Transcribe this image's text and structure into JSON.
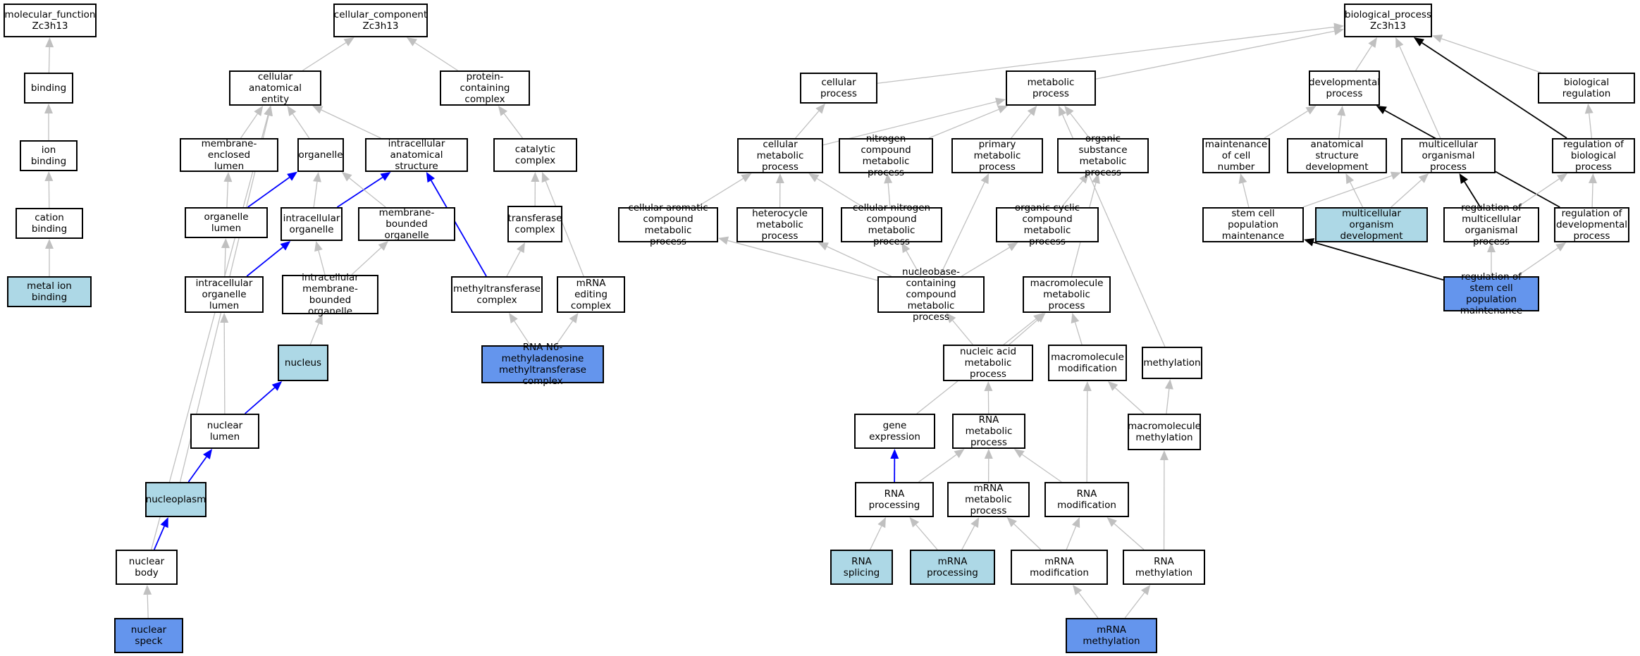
{
  "ontology": {
    "molecular_function": [
      {
        "id": "mf_root",
        "label": "molecular_function\nZc3h13",
        "style": "plain"
      },
      {
        "id": "binding",
        "label": "binding",
        "style": "plain"
      },
      {
        "id": "ion_binding",
        "label": "ion binding",
        "style": "plain"
      },
      {
        "id": "cation_binding",
        "label": "cation binding",
        "style": "plain"
      },
      {
        "id": "metal_ion_binding",
        "label": "metal ion binding",
        "style": "annotated"
      }
    ],
    "cellular_component": [
      {
        "id": "cc_root",
        "label": "cellular_component\nZc3h13",
        "style": "plain"
      },
      {
        "id": "cae",
        "label": "cellular anatomical\nentity",
        "style": "plain"
      },
      {
        "id": "pcc",
        "label": "protein-containing\ncomplex",
        "style": "plain"
      },
      {
        "id": "mel",
        "label": "membrane-enclosed\nlumen",
        "style": "plain"
      },
      {
        "id": "organelle",
        "label": "organelle",
        "style": "plain"
      },
      {
        "id": "ias",
        "label": "intracellular\nanatomical structure",
        "style": "plain"
      },
      {
        "id": "catalytic",
        "label": "catalytic complex",
        "style": "plain"
      },
      {
        "id": "org_lumen",
        "label": "organelle lumen",
        "style": "plain"
      },
      {
        "id": "ic_org",
        "label": "intracellular\norganelle",
        "style": "plain"
      },
      {
        "id": "mbo",
        "label": "membrane-bounded\norganelle",
        "style": "plain"
      },
      {
        "id": "transferase",
        "label": "transferase\ncomplex",
        "style": "plain"
      },
      {
        "id": "iol",
        "label": "intracellular\norganelle lumen",
        "style": "plain"
      },
      {
        "id": "imbo",
        "label": "intracellular\nmembrane-bounded\norganelle",
        "style": "plain"
      },
      {
        "id": "mtc",
        "label": "methyltransferase\ncomplex",
        "style": "plain"
      },
      {
        "id": "mrna_edit",
        "label": "mRNA editing\ncomplex",
        "style": "plain"
      },
      {
        "id": "nucleus",
        "label": "nucleus",
        "style": "annotated"
      },
      {
        "id": "m6a",
        "label": "RNA N6-methyladenosine\nmethyltransferase\ncomplex",
        "style": "highlighted"
      },
      {
        "id": "nuc_lumen",
        "label": "nuclear lumen",
        "style": "plain"
      },
      {
        "id": "nucleoplasm",
        "label": "nucleoplasm",
        "style": "annotated"
      },
      {
        "id": "nuc_body",
        "label": "nuclear body",
        "style": "plain"
      },
      {
        "id": "nuc_speck",
        "label": "nuclear speck",
        "style": "highlighted"
      }
    ],
    "biological_process": [
      {
        "id": "bp_root",
        "label": "biological_process\nZc3h13",
        "style": "plain"
      },
      {
        "id": "cell_proc",
        "label": "cellular process",
        "style": "plain"
      },
      {
        "id": "met_proc",
        "label": "metabolic process",
        "style": "plain"
      },
      {
        "id": "dev_proc",
        "label": "developmental\nprocess",
        "style": "plain"
      },
      {
        "id": "bio_reg",
        "label": "biological regulation",
        "style": "plain"
      },
      {
        "id": "cmp",
        "label": "cellular metabolic\nprocess",
        "style": "plain"
      },
      {
        "id": "ncmp",
        "label": "nitrogen compound\nmetabolic process",
        "style": "plain"
      },
      {
        "id": "pmp",
        "label": "primary metabolic\nprocess",
        "style": "plain"
      },
      {
        "id": "osmp",
        "label": "organic substance\nmetabolic process",
        "style": "plain"
      },
      {
        "id": "mcn",
        "label": "maintenance\nof cell number",
        "style": "plain"
      },
      {
        "id": "asd",
        "label": "anatomical structure\ndevelopment",
        "style": "plain"
      },
      {
        "id": "mop",
        "label": "multicellular\norganismal process",
        "style": "plain"
      },
      {
        "id": "rbp",
        "label": "regulation of\nbiological process",
        "style": "plain"
      },
      {
        "id": "cacmp",
        "label": "cellular aromatic\ncompound metabolic\nprocess",
        "style": "plain"
      },
      {
        "id": "hmp",
        "label": "heterocycle\nmetabolic process",
        "style": "plain"
      },
      {
        "id": "cncmp",
        "label": "cellular nitrogen\ncompound metabolic\nprocess",
        "style": "plain"
      },
      {
        "id": "occmp",
        "label": "organic cyclic\ncompound metabolic\nprocess",
        "style": "plain"
      },
      {
        "id": "scpm",
        "label": "stem cell population\nmaintenance",
        "style": "plain"
      },
      {
        "id": "mod",
        "label": "multicellular\norganism development",
        "style": "annotated"
      },
      {
        "id": "rmop",
        "label": "regulation of\nmulticellular\norganismal process",
        "style": "plain"
      },
      {
        "id": "rdp",
        "label": "regulation of\ndevelopmental\nprocess",
        "style": "plain"
      },
      {
        "id": "nbccmp",
        "label": "nucleobase-containing\ncompound metabolic\nprocess",
        "style": "plain"
      },
      {
        "id": "mmp",
        "label": "macromolecule\nmetabolic process",
        "style": "plain"
      },
      {
        "id": "rscpm",
        "label": "regulation of\nstem cell population\nmaintenance",
        "style": "highlighted"
      },
      {
        "id": "namp",
        "label": "nucleic acid\nmetabolic process",
        "style": "plain"
      },
      {
        "id": "mm_mod",
        "label": "macromolecule\nmodification",
        "style": "plain"
      },
      {
        "id": "methylation",
        "label": "methylation",
        "style": "plain"
      },
      {
        "id": "gene_expr",
        "label": "gene expression",
        "style": "plain"
      },
      {
        "id": "rnamp",
        "label": "RNA metabolic\nprocess",
        "style": "plain"
      },
      {
        "id": "mm_meth",
        "label": "macromolecule\nmethylation",
        "style": "plain"
      },
      {
        "id": "rna_proc",
        "label": "RNA processing",
        "style": "plain"
      },
      {
        "id": "mrnamp",
        "label": "mRNA metabolic\nprocess",
        "style": "plain"
      },
      {
        "id": "rna_mod",
        "label": "RNA modification",
        "style": "plain"
      },
      {
        "id": "rna_splice",
        "label": "RNA splicing",
        "style": "annotated"
      },
      {
        "id": "mrna_proc",
        "label": "mRNA processing",
        "style": "annotated"
      },
      {
        "id": "mrna_mod",
        "label": "mRNA modification",
        "style": "plain"
      },
      {
        "id": "rna_meth",
        "label": "RNA methylation",
        "style": "plain"
      },
      {
        "id": "mrna_meth",
        "label": "mRNA methylation",
        "style": "highlighted"
      }
    ]
  },
  "edges": [
    [
      "binding",
      "mf_root",
      "gray"
    ],
    [
      "ion_binding",
      "binding",
      "gray"
    ],
    [
      "cation_binding",
      "ion_binding",
      "gray"
    ],
    [
      "metal_ion_binding",
      "cation_binding",
      "gray"
    ],
    [
      "cae",
      "cc_root",
      "gray"
    ],
    [
      "pcc",
      "cc_root",
      "gray"
    ],
    [
      "mel",
      "cae",
      "gray"
    ],
    [
      "organelle",
      "cae",
      "gray"
    ],
    [
      "ias",
      "cae",
      "gray"
    ],
    [
      "catalytic",
      "pcc",
      "gray"
    ],
    [
      "org_lumen",
      "mel",
      "gray"
    ],
    [
      "org_lumen",
      "organelle",
      "blue"
    ],
    [
      "ic_org",
      "organelle",
      "gray"
    ],
    [
      "ic_org",
      "ias",
      "blue"
    ],
    [
      "mbo",
      "organelle",
      "gray"
    ],
    [
      "transferase",
      "catalytic",
      "gray"
    ],
    [
      "mrna_edit",
      "catalytic",
      "gray"
    ],
    [
      "iol",
      "org_lumen",
      "gray"
    ],
    [
      "iol",
      "ic_org",
      "blue"
    ],
    [
      "imbo",
      "ic_org",
      "gray"
    ],
    [
      "imbo",
      "mbo",
      "gray"
    ],
    [
      "mtc",
      "transferase",
      "gray"
    ],
    [
      "mtc",
      "ias",
      "blue"
    ],
    [
      "m6a",
      "mtc",
      "gray"
    ],
    [
      "m6a",
      "mrna_edit",
      "gray"
    ],
    [
      "nucleus",
      "imbo",
      "gray"
    ],
    [
      "nuc_lumen",
      "iol",
      "gray"
    ],
    [
      "nuc_lumen",
      "nucleus",
      "blue"
    ],
    [
      "nucleoplasm",
      "nuc_lumen",
      "blue"
    ],
    [
      "nucleoplasm",
      "cae",
      "gray"
    ],
    [
      "nuc_body",
      "nucleoplasm",
      "blue"
    ],
    [
      "nuc_body",
      "cae",
      "gray"
    ],
    [
      "nuc_speck",
      "nuc_body",
      "gray"
    ],
    [
      "cell_proc",
      "bp_root",
      "gray"
    ],
    [
      "met_proc",
      "bp_root",
      "gray"
    ],
    [
      "dev_proc",
      "bp_root",
      "gray"
    ],
    [
      "bio_reg",
      "bp_root",
      "gray"
    ],
    [
      "mop",
      "bp_root",
      "gray"
    ],
    [
      "rbp",
      "bp_root",
      "black"
    ],
    [
      "cmp",
      "cell_proc",
      "gray"
    ],
    [
      "cmp",
      "met_proc",
      "gray"
    ],
    [
      "ncmp",
      "met_proc",
      "gray"
    ],
    [
      "pmp",
      "met_proc",
      "gray"
    ],
    [
      "osmp",
      "met_proc",
      "gray"
    ],
    [
      "mcn",
      "dev_proc",
      "gray"
    ],
    [
      "asd",
      "dev_proc",
      "gray"
    ],
    [
      "rbp",
      "bio_reg",
      "gray"
    ],
    [
      "rdp",
      "dev_proc",
      "black"
    ],
    [
      "cacmp",
      "cmp",
      "gray"
    ],
    [
      "hmp",
      "cmp",
      "gray"
    ],
    [
      "cncmp",
      "cmp",
      "gray"
    ],
    [
      "cncmp",
      "ncmp",
      "gray"
    ],
    [
      "occmp",
      "osmp",
      "gray"
    ],
    [
      "scpm",
      "mcn",
      "gray"
    ],
    [
      "scpm",
      "mop",
      "gray"
    ],
    [
      "mod",
      "asd",
      "gray"
    ],
    [
      "mod",
      "mop",
      "gray"
    ],
    [
      "rmop",
      "mop",
      "black"
    ],
    [
      "rmop",
      "rbp",
      "gray"
    ],
    [
      "rdp",
      "rbp",
      "gray"
    ],
    [
      "nbccmp",
      "cacmp",
      "gray"
    ],
    [
      "nbccmp",
      "hmp",
      "gray"
    ],
    [
      "nbccmp",
      "cncmp",
      "gray"
    ],
    [
      "nbccmp",
      "pmp",
      "gray"
    ],
    [
      "nbccmp",
      "occmp",
      "gray"
    ],
    [
      "mmp",
      "osmp",
      "gray"
    ],
    [
      "rscpm",
      "scpm",
      "black"
    ],
    [
      "rscpm",
      "rmop",
      "gray"
    ],
    [
      "rscpm",
      "rdp",
      "gray"
    ],
    [
      "namp",
      "nbccmp",
      "gray"
    ],
    [
      "namp",
      "mmp",
      "gray"
    ],
    [
      "mm_mod",
      "mmp",
      "gray"
    ],
    [
      "methylation",
      "met_proc",
      "gray"
    ],
    [
      "gene_expr",
      "mmp",
      "gray"
    ],
    [
      "rnamp",
      "namp",
      "gray"
    ],
    [
      "mm_meth",
      "mm_mod",
      "gray"
    ],
    [
      "mm_meth",
      "methylation",
      "gray"
    ],
    [
      "rna_proc",
      "gene_expr",
      "blue"
    ],
    [
      "rna_proc",
      "rnamp",
      "gray"
    ],
    [
      "mrnamp",
      "rnamp",
      "gray"
    ],
    [
      "rna_mod",
      "rnamp",
      "gray"
    ],
    [
      "rna_mod",
      "mm_mod",
      "gray"
    ],
    [
      "rna_splice",
      "rna_proc",
      "gray"
    ],
    [
      "mrna_proc",
      "rna_proc",
      "gray"
    ],
    [
      "mrna_proc",
      "mrnamp",
      "gray"
    ],
    [
      "mrna_mod",
      "mrnamp",
      "gray"
    ],
    [
      "mrna_mod",
      "rna_mod",
      "gray"
    ],
    [
      "rna_meth",
      "rna_mod",
      "gray"
    ],
    [
      "rna_meth",
      "mm_meth",
      "gray"
    ],
    [
      "mrna_meth",
      "mrna_mod",
      "gray"
    ],
    [
      "mrna_meth",
      "rna_meth",
      "gray"
    ]
  ],
  "colors": {
    "gray_edge": "#c0c0c0",
    "blue_edge": "#0000ff",
    "black_edge": "#000000",
    "annotated_fill": "#add8e6",
    "highlighted_fill": "#6495ed",
    "plain_fill": "#ffffff"
  }
}
